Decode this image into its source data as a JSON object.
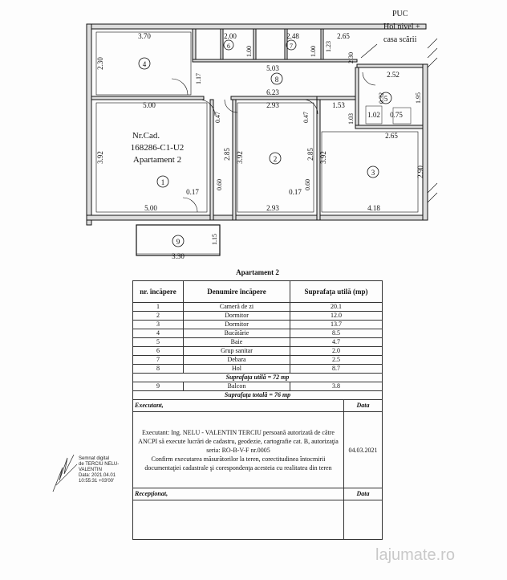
{
  "plan": {
    "label_puc": "PUC",
    "label_hol_nivel": "Hol nivel +",
    "label_casa_scarii": "casa scării",
    "apartment_caption": [
      "Nr.Cad.",
      "168286-C1-U2",
      "Apartament 2"
    ],
    "room_numbers": [
      "1",
      "2",
      "3",
      "4",
      "5",
      "6",
      "7",
      "8",
      "9"
    ],
    "dims": {
      "d370": "3.70",
      "d200": "2.00",
      "d100a": "1.00",
      "d248": "2.48",
      "d100b": "1.00",
      "d265top": "2.65",
      "d230a": "2.30",
      "d123": "1.23",
      "d230b": "2.30",
      "d117": "1.17",
      "d503": "5.03",
      "d252": "2.52",
      "d623": "6.23",
      "d032": "0.32",
      "d195": "1.95",
      "d500top": "5.00",
      "d293top": "2.93",
      "d153": "1.53",
      "d103": "1.03",
      "d102": "1.02",
      "d075": "0.75",
      "d047a": "0.47",
      "d047b": "0.47",
      "d265mid": "2.65",
      "d392a": "3.92",
      "d285a": "2.85",
      "d392b": "3.92",
      "d285b": "2.85",
      "d392c": "3.92",
      "d290": "2.90",
      "d017a": "0.17",
      "d060a": "0.60",
      "d017b": "0.17",
      "d060b": "0.60",
      "d500bot": "5.00",
      "d293bot": "2.93",
      "d418": "4.18",
      "d115": "1.15",
      "d330": "3.30"
    }
  },
  "table": {
    "title": "Apartament 2",
    "headers": {
      "nr": "nr. încăpere",
      "name": "Denumire încăpere",
      "area": "Suprafaţa utilă (mp)"
    },
    "rows": [
      {
        "nr": "1",
        "name": "Cameră de zi",
        "area": "20.1"
      },
      {
        "nr": "2",
        "name": "Dormitor",
        "area": "12.0"
      },
      {
        "nr": "3",
        "name": "Dormitor",
        "area": "13.7"
      },
      {
        "nr": "4",
        "name": "Bucătărie",
        "area": "8.5"
      },
      {
        "nr": "5",
        "name": "Baie",
        "area": "4.7"
      },
      {
        "nr": "6",
        "name": "Grup sanitar",
        "area": "2.0"
      },
      {
        "nr": "7",
        "name": "Debara",
        "area": "2.5"
      },
      {
        "nr": "8",
        "name": "Hol",
        "area": "8.7"
      }
    ],
    "sum_util": "Suprafaţa utilă = 72 mp",
    "balcon": {
      "nr": "9",
      "name": "Balcon",
      "area": "3.8"
    },
    "sum_total": "Suprafaţa totală = 76 mp",
    "executant_label": "Executant,",
    "data_label": "Data",
    "executant_text": "Executant: Ing. NELU - VALENTIN TERCIU persoană autorizată de către ANCPI să execute lucrări de cadastru, geodezie, cartografie cat. B, autorizaţia seria: RO-B-V-F nr.0005",
    "confirm_text": "Confirm executarea măsurătorilor la teren, corectitudinea întocmirii documentaţiei cadastrale şi corespondenţa acesteia cu realitatea din teren",
    "date": "04.03.2021",
    "receptionat_label": "Recepţionat,",
    "data_label2": "Data"
  },
  "signature": {
    "lines": [
      "Semnat digital",
      "de TERCIU NELU-",
      "VALENTIN",
      "Data: 2021.04.01",
      "10:55:31 +03'00'"
    ]
  },
  "watermark": "lajumate.ro"
}
